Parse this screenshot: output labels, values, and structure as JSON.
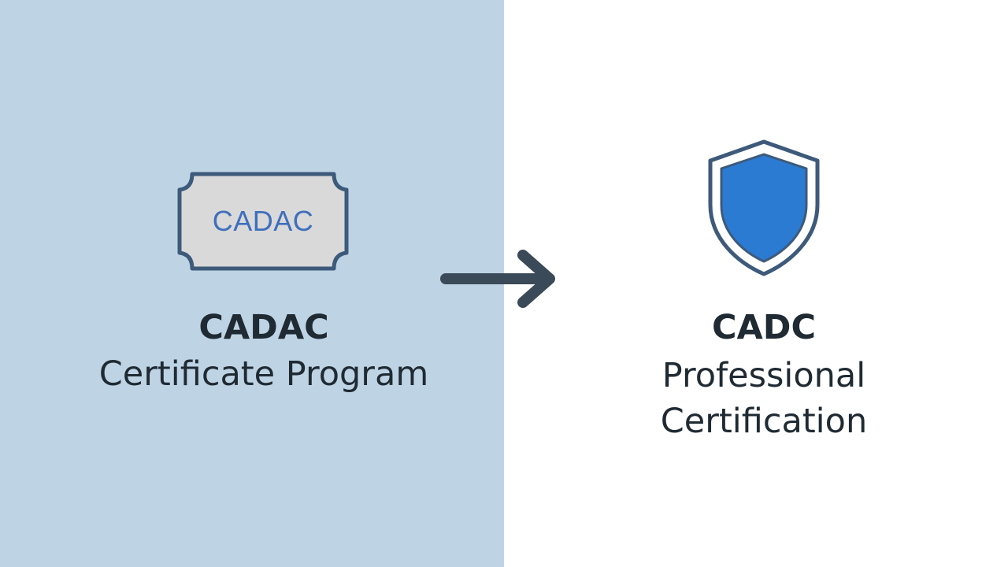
{
  "left": {
    "certificate_text": "CADAC",
    "title": "CADAC",
    "subtitle": "Certificate Program"
  },
  "right": {
    "title": "CADC",
    "subtitle": "Professional\nCertification"
  },
  "colors": {
    "left_panel_bg": "#bed4e5",
    "right_panel_bg": "#ffffff",
    "outline": "#3d5a7a",
    "certificate_fill": "#d9d9d9",
    "certificate_text": "#3f6fbd",
    "shield_fill": "#2b7bd3",
    "arrow": "#3b4a58",
    "text": "#1f2a33"
  },
  "icons": {
    "left": "certificate-icon",
    "center": "arrow-right-icon",
    "right": "shield-icon"
  }
}
